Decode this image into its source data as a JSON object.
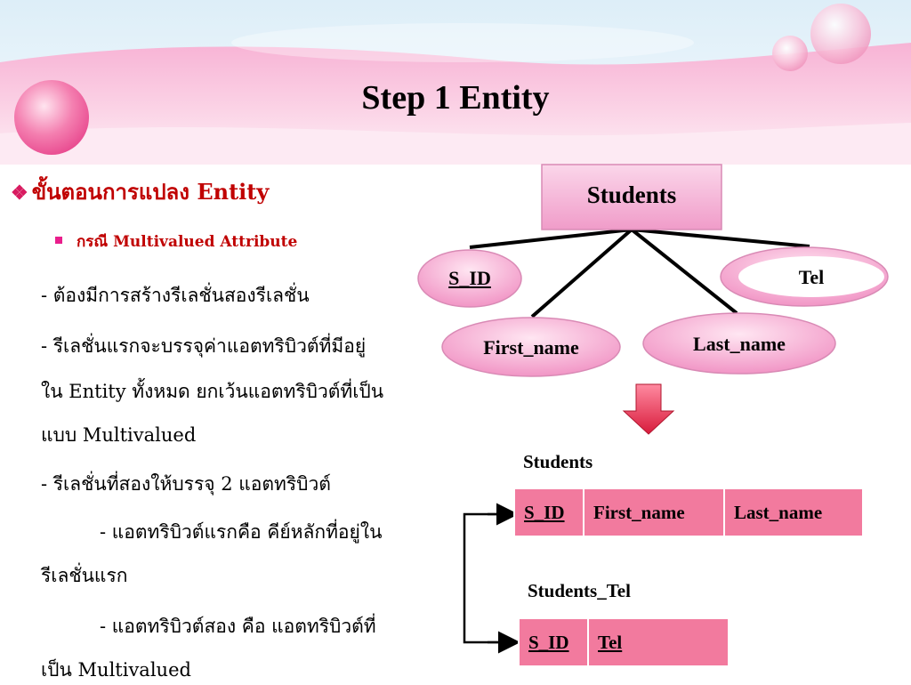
{
  "slide": {
    "title": "Step 1 Entity"
  },
  "content": {
    "heading": "ขั้นตอนการแปลง Entity",
    "subheading": "กรณี Multivalued Attribute",
    "lines": [
      "- ต้องมีการสร้างรีเลชั่นสองรีเลชั่น",
      "- รีเลชั่นแรกจะบรรจุค่าแอตทริบิวต์ที่มีอยู่",
      "ใน Entity ทั้งหมด ยกเว้นแอตทริบิวต์ที่เป็น",
      "แบบ Multivalued",
      "- รีเลชั่นที่สองให้บรรจุ 2 แอตทริบิวต์",
      "-  แอตทริบิวต์แรกคือ คีย์หลักที่อยู่ใน",
      "รีเลชั่นแรก",
      "-  แอตทริบิวต์สอง คือ แอตทริบิวต์ที่",
      "เป็น Multivalued"
    ]
  },
  "er_diagram": {
    "entity": "Students",
    "attributes": {
      "key": "S_ID",
      "first_name": "First_name",
      "last_name": "Last_name",
      "multivalued": "Tel"
    }
  },
  "relations": [
    {
      "name": "Students",
      "columns": [
        "S_ID",
        "First_name",
        "Last_name"
      ],
      "key_columns": [
        "S_ID"
      ]
    },
    {
      "name": "Students_Tel",
      "columns": [
        "S_ID",
        "Tel"
      ],
      "key_columns": [
        "S_ID",
        "Tel"
      ]
    }
  ],
  "colors": {
    "heading": "#c00000",
    "entity_fill": "#f5a8d2",
    "attribute_fill": "#f4a6d0",
    "table_fill": "#f27a9e",
    "arrow": "#e53958",
    "banner": "#f9c7e0"
  }
}
